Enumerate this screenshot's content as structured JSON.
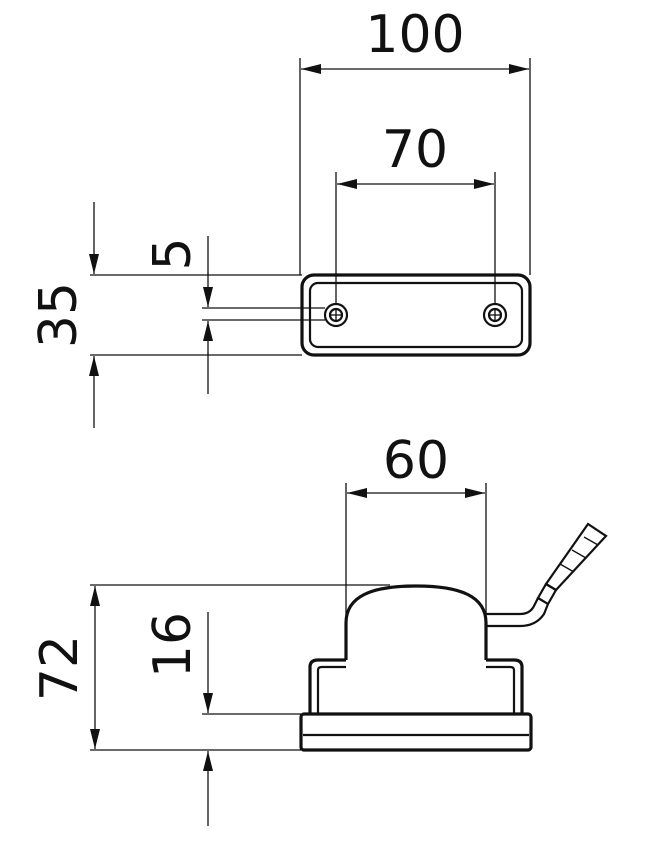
{
  "dimensions": {
    "top_width": "100",
    "hole_spacing": "70",
    "slot_height": "5",
    "top_height": "35",
    "dome_width": "60",
    "total_height": "72",
    "base_height": "16"
  },
  "colors": {
    "line": "#111111",
    "background": "#ffffff"
  }
}
